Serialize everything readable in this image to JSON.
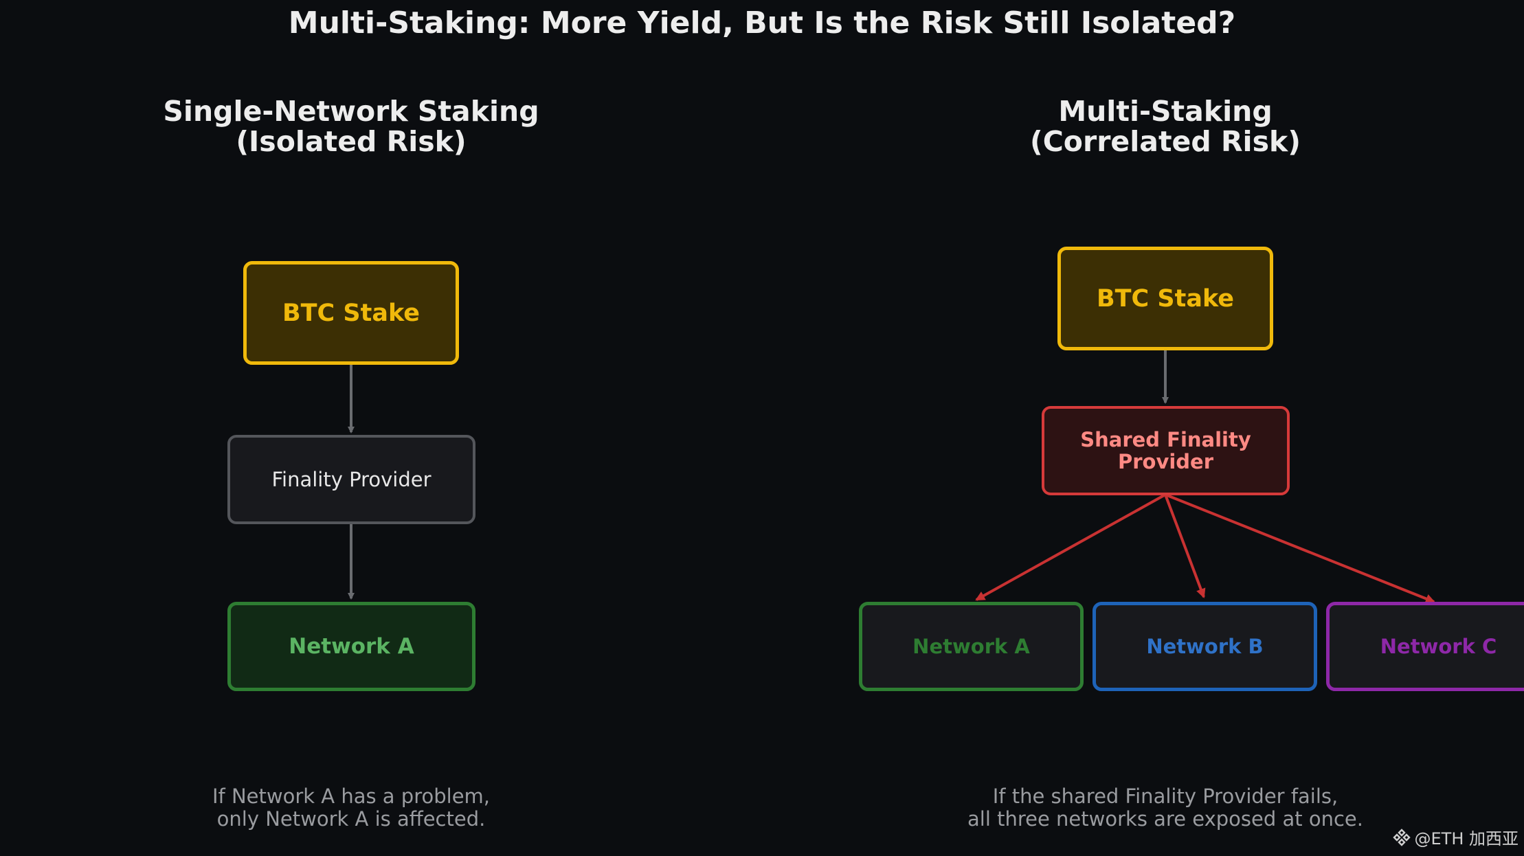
{
  "title": "Multi-Staking: More Yield, But Is the Risk Still Isolated?",
  "left_panel": {
    "title_line1": "Single-Network Staking",
    "title_line2": "(Isolated Risk)",
    "btc_stake": "BTC Stake",
    "finality_provider": "Finality Provider",
    "network_a": "Network A",
    "caption_line1": "If Network A has a problem,",
    "caption_line2": "only Network A is affected."
  },
  "right_panel": {
    "title_line1": "Multi-Staking",
    "title_line2": "(Correlated Risk)",
    "btc_stake": "BTC Stake",
    "shared_fp_line1": "Shared Finality",
    "shared_fp_line2": "Provider",
    "network_a": "Network A",
    "network_b": "Network B",
    "network_c": "Network C",
    "caption_line1": "If the shared Finality Provider fails,",
    "caption_line2": "all three networks are exposed at once."
  },
  "watermark": {
    "icon": "binance-logo-icon",
    "text": "@ETH 加西亚"
  },
  "colors": {
    "background": "#0b0d10",
    "btc_gold": "#f0b90b",
    "risk_red": "#d63a3a",
    "network_green": "#2e7d32",
    "network_blue": "#1e63b8",
    "network_purple": "#8e28a8",
    "neutral_arrow": "#6a6c70"
  }
}
